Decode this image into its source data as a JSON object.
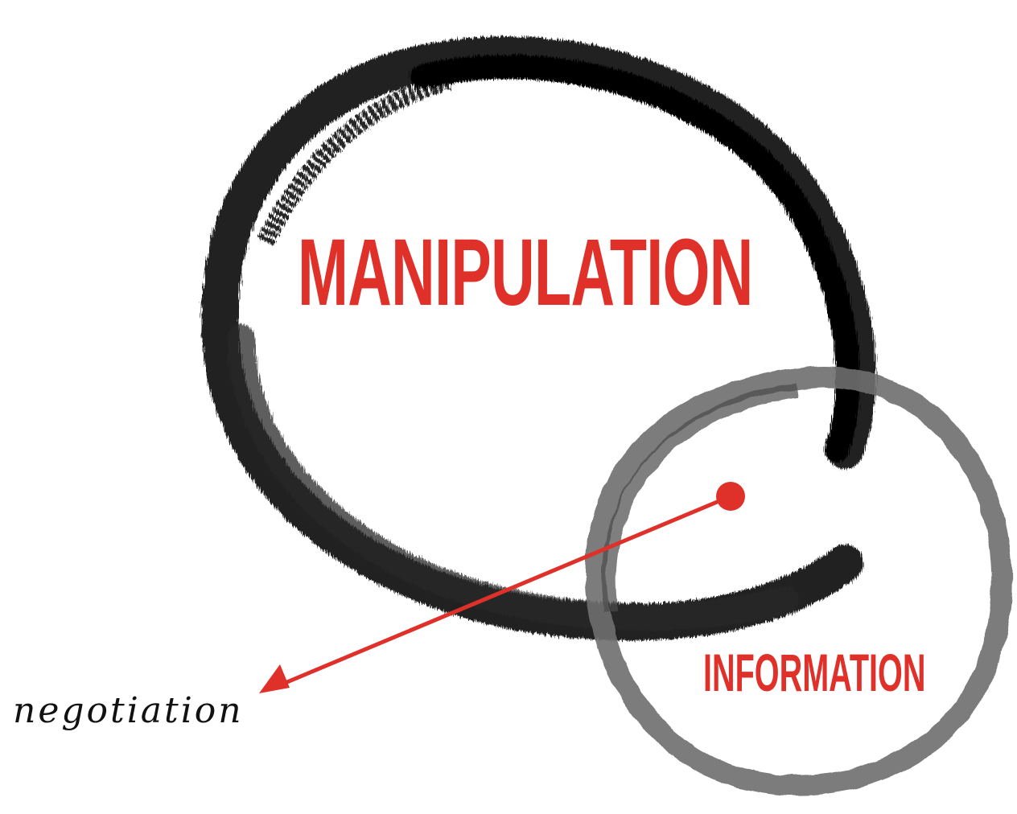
{
  "diagram": {
    "primary_label": "MANIPULATION",
    "secondary_label": "INFORMATION",
    "pointer_label": "negotiation"
  },
  "colors": {
    "accent": "#e0302a",
    "ink": "#111111",
    "grey_ink": "#6f6f6f",
    "background": "#ffffff"
  }
}
